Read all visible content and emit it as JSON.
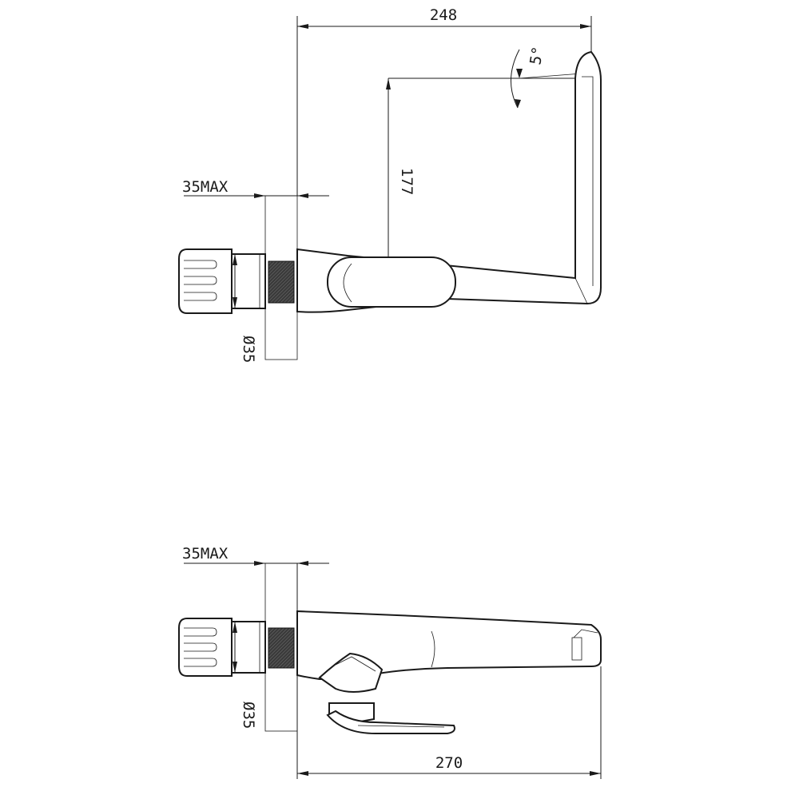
{
  "top_view": {
    "dim_width": "248",
    "dim_height": "177",
    "dim_angle": "5°",
    "dim_wall": "35MAX",
    "dim_diameter": "Ø35"
  },
  "bottom_view": {
    "dim_width": "270",
    "dim_wall": "35MAX",
    "dim_diameter": "Ø35"
  },
  "colors": {
    "line": "#1a1a1a",
    "hatch": "#777777",
    "background": "#ffffff"
  }
}
